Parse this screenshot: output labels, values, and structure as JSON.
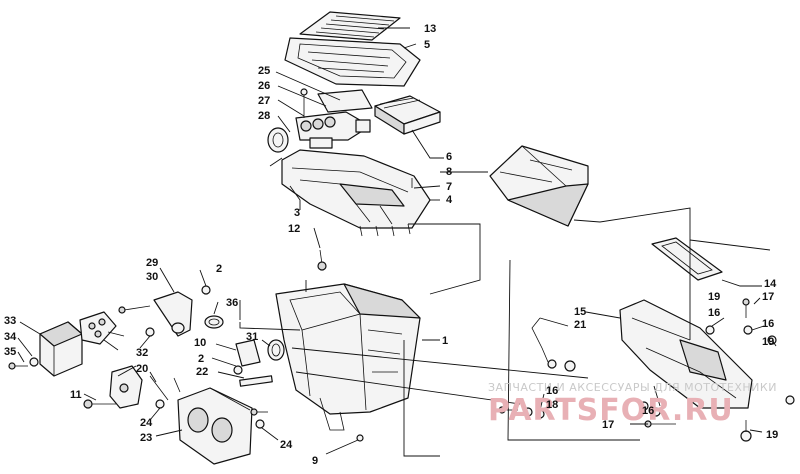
{
  "callouts": {
    "c1": "1",
    "c2a": "2",
    "c2b": "2",
    "c3": "3",
    "c4": "4",
    "c5": "5",
    "c6": "6",
    "c7": "7",
    "c8": "8",
    "c9": "9",
    "c10": "10",
    "c11": "11",
    "c12": "12",
    "c13": "13",
    "c14": "14",
    "c15": "15",
    "c16a": "16",
    "c16b": "16",
    "c16c": "16",
    "c16d": "16",
    "c17a": "17",
    "c17b": "17",
    "c18": "18",
    "c19a": "19",
    "c19b": "19",
    "c19c": "19",
    "c20": "20",
    "c21": "21",
    "c22": "22",
    "c23": "23",
    "c24a": "24",
    "c24b": "24",
    "c25": "25",
    "c26": "26",
    "c27": "27",
    "c28": "28",
    "c29": "29",
    "c30": "30",
    "c31": "31",
    "c32": "32",
    "c33": "33",
    "c34": "34",
    "c35": "35",
    "c36": "36"
  },
  "watermark": {
    "top_text": "ЗАПЧАСТИ И АКСЕССУАРЫ ДЛЯ МОТОТЕХНИКИ",
    "main_text": "PARTSFOR.RU"
  }
}
